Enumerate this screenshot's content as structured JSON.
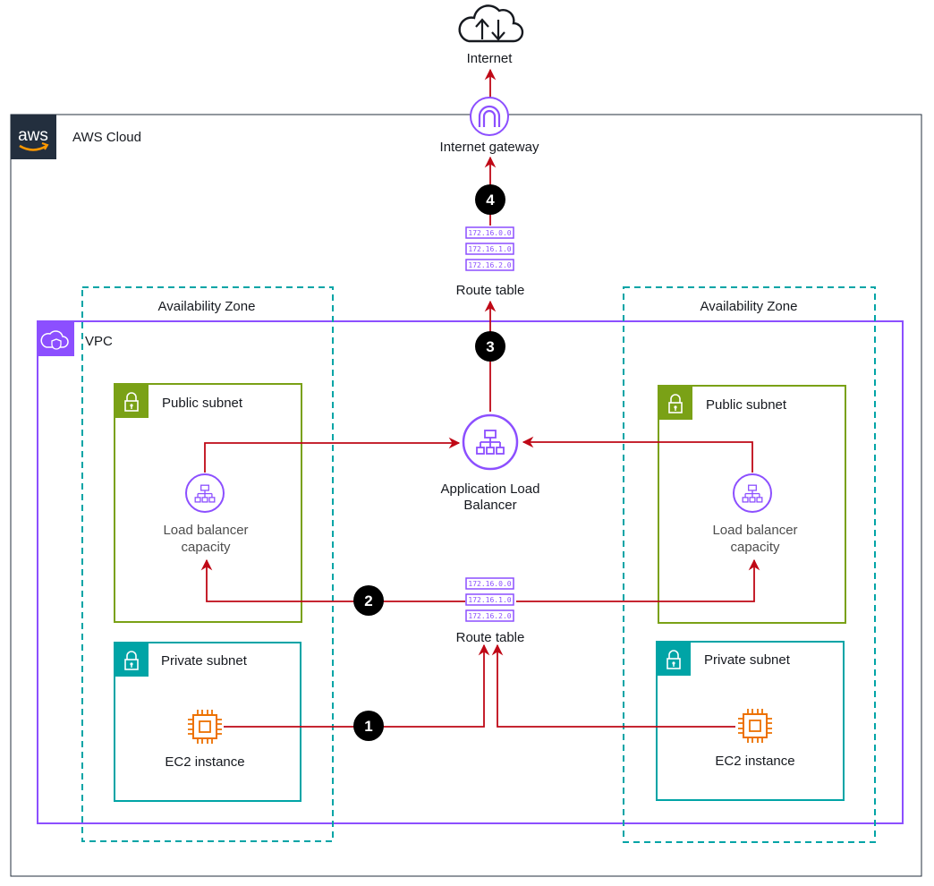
{
  "colors": {
    "arrow": "#bf0816",
    "vpc": "#8c4fff",
    "public_subnet": "#7aa116",
    "private_subnet": "#00a4a6",
    "az": "#00a4a6",
    "ec2": "#ed7100",
    "aws_dark": "#232f3e"
  },
  "internet": {
    "label": "Internet",
    "icon": "cloud-upload-download-icon"
  },
  "cloud": {
    "label": "AWS Cloud",
    "logo_text": "aws"
  },
  "igw": {
    "label": "Internet  gateway",
    "icon": "internet-gateway-icon"
  },
  "route_table_top": {
    "label": "Route table",
    "rows": [
      "172.16.0.0",
      "172.16.1.0",
      "172.16.2.0"
    ]
  },
  "route_table_mid": {
    "label": "Route table",
    "rows": [
      "172.16.0.0",
      "172.16.1.0",
      "172.16.2.0"
    ]
  },
  "vpc": {
    "label": "VPC"
  },
  "az_left": {
    "label": "Availability Zone"
  },
  "az_right": {
    "label": "Availability Zone"
  },
  "alb": {
    "line1": "Application Load",
    "line2": "Balancer",
    "icon": "load-balancer-icon"
  },
  "public_subnet_left": {
    "label": "Public subnet",
    "lb_line1": "Load balancer",
    "lb_line2": "capacity"
  },
  "public_subnet_right": {
    "label": "Public subnet",
    "lb_line1": "Load balancer",
    "lb_line2": "capacity"
  },
  "private_subnet_left": {
    "label": "Private subnet",
    "ec2_label": "EC2 instance"
  },
  "private_subnet_right": {
    "label": "Private subnet",
    "ec2_label": "EC2 instance"
  },
  "steps": [
    "1",
    "2",
    "3",
    "4"
  ]
}
